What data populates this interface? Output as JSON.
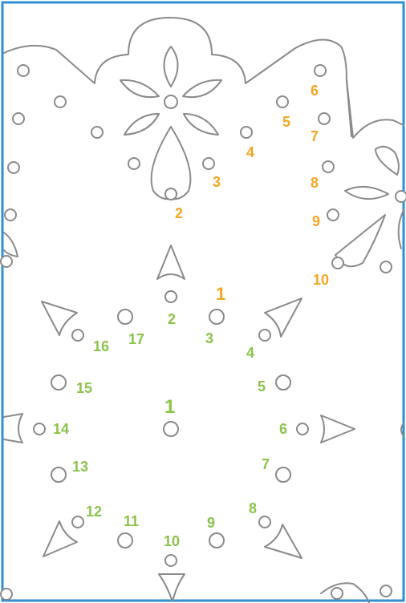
{
  "colors": {
    "frame": "#2f8fd1",
    "stroke": "#8a8a8a",
    "orange_numbers": "#f5a623",
    "green_numbers": "#8bc34a"
  },
  "orange_sequence": [
    "1",
    "2",
    "3",
    "4",
    "5",
    "6",
    "7",
    "8",
    "9",
    "10"
  ],
  "green_sequence": [
    "1",
    "2",
    "3",
    "4",
    "5",
    "6",
    "7",
    "8",
    "9",
    "10",
    "11",
    "12",
    "13",
    "14",
    "15",
    "16",
    "17"
  ]
}
